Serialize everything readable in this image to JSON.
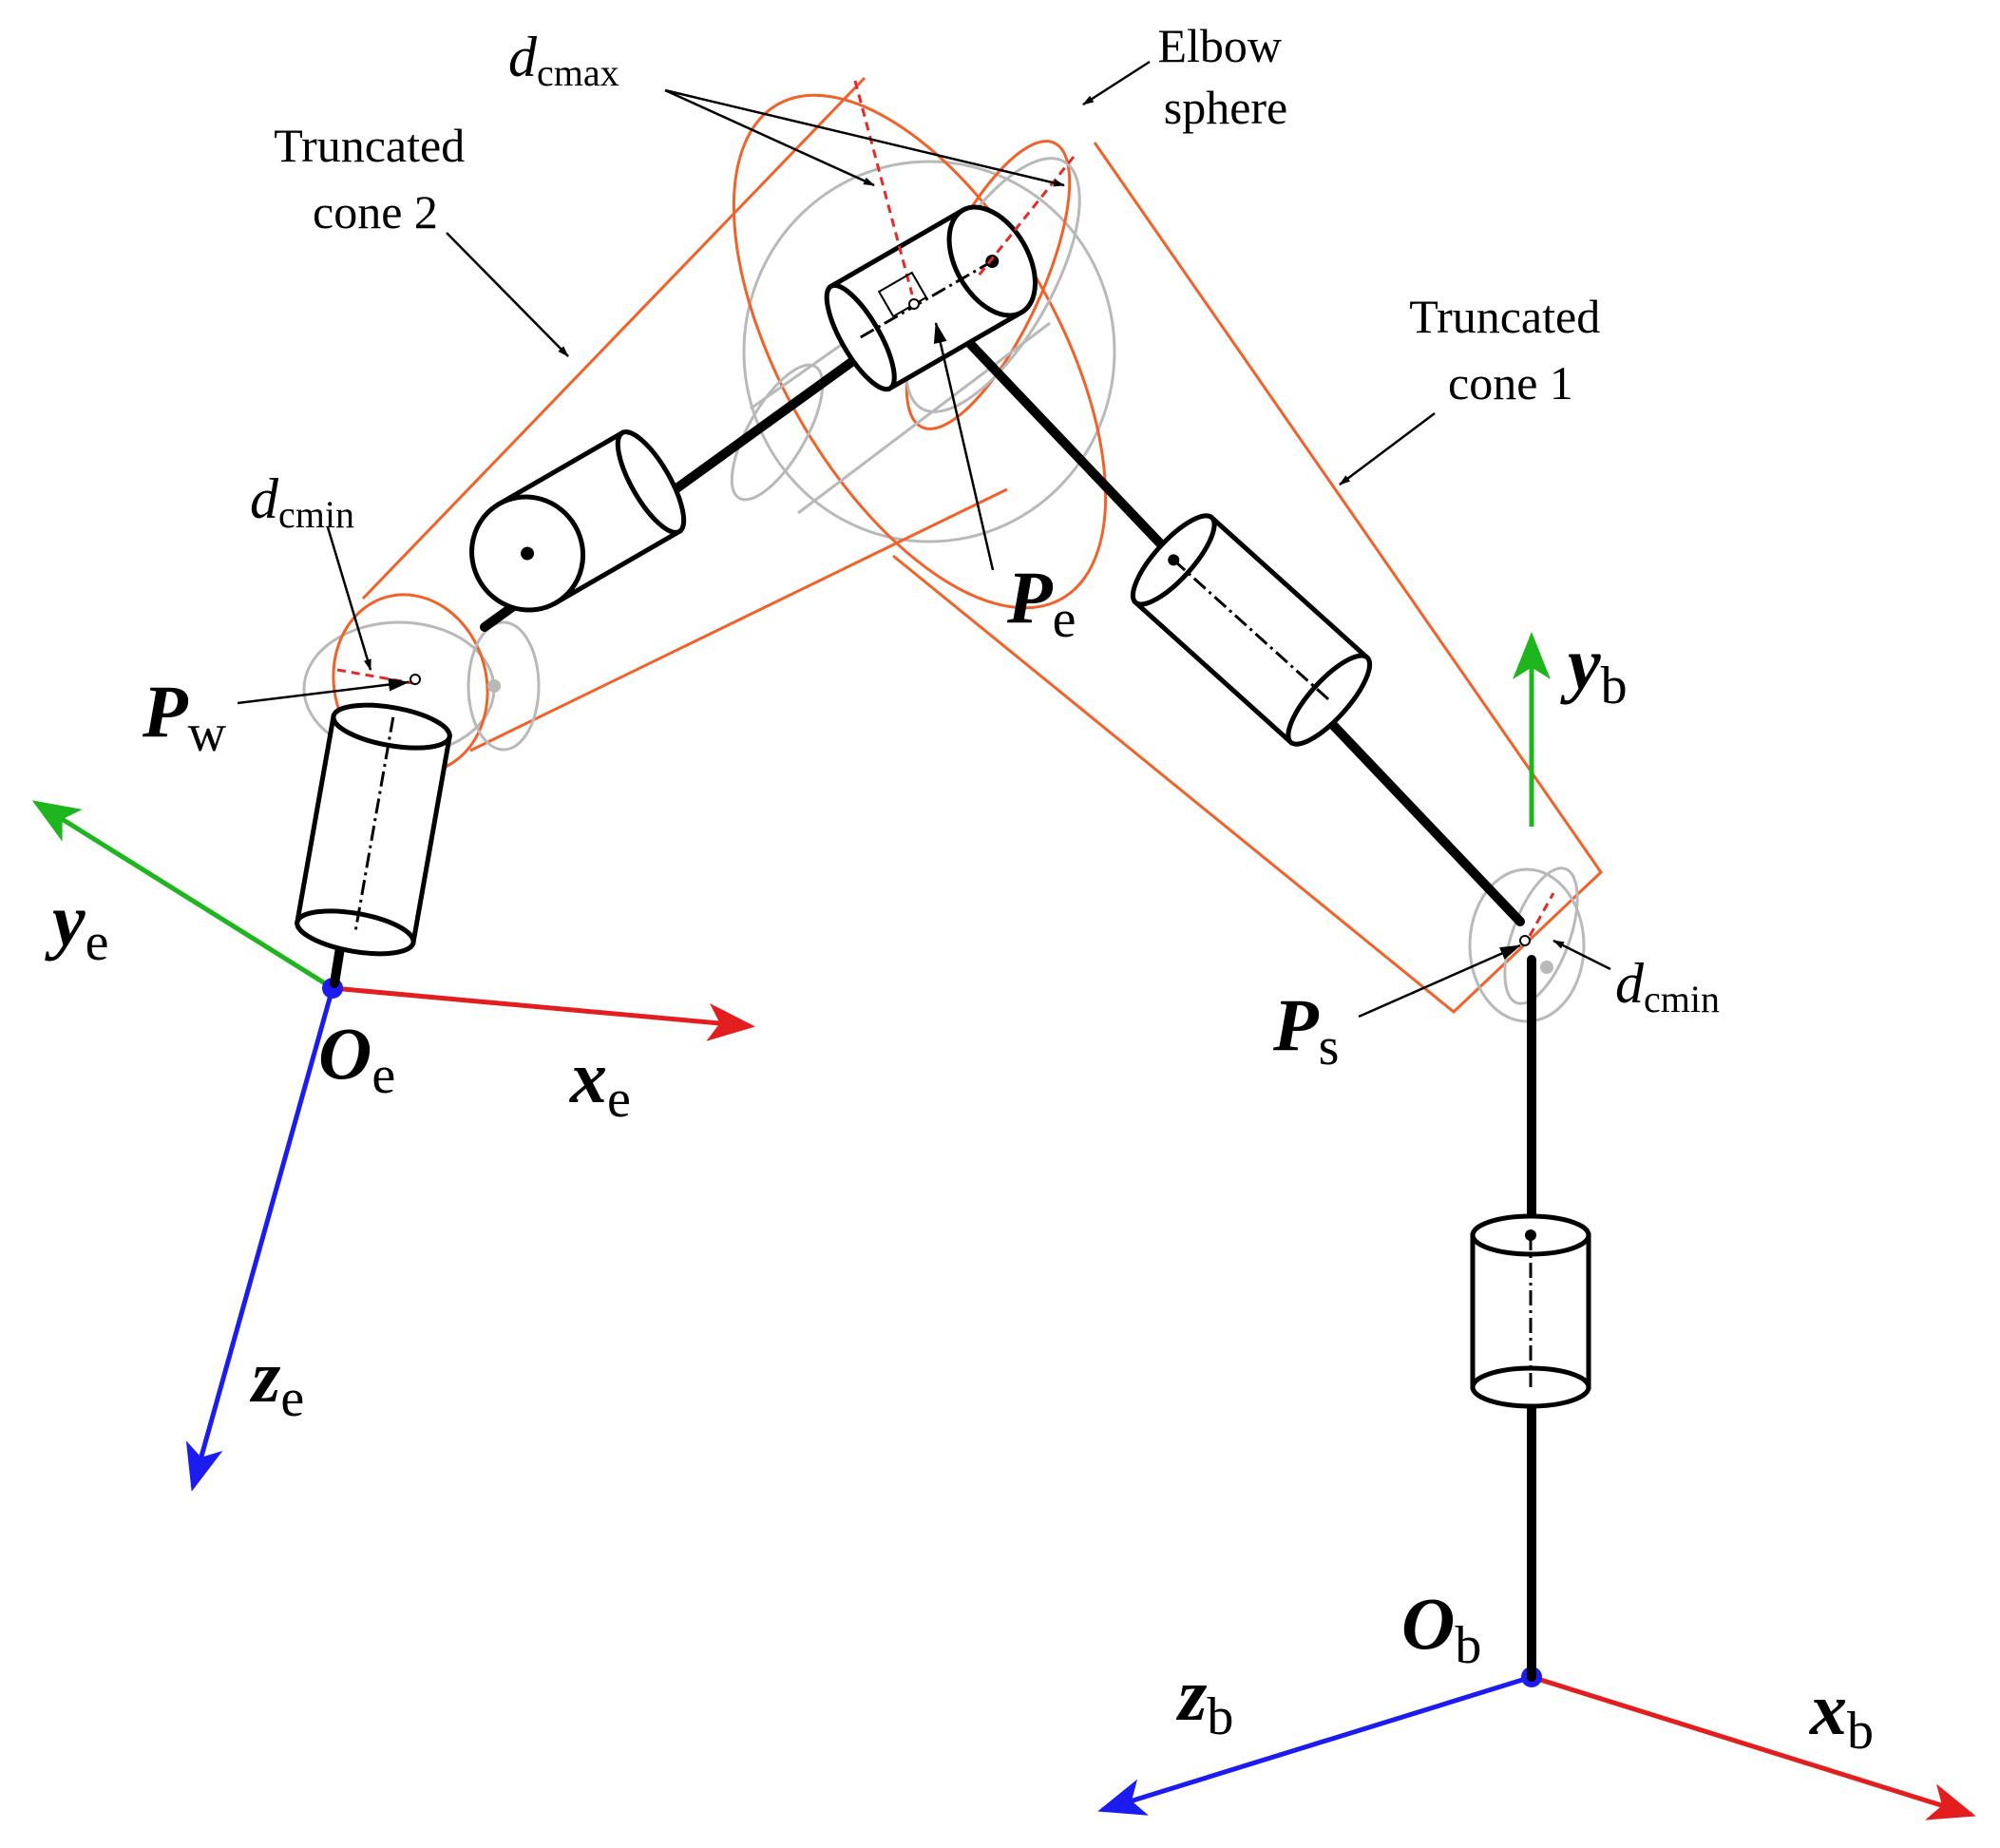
{
  "labels": {
    "elbow_sphere": [
      "Elbow",
      "sphere"
    ],
    "truncated_cone_2": [
      "Truncated",
      "cone 2"
    ],
    "truncated_cone_1": [
      "Truncated",
      "cone 1"
    ],
    "d_cmax": {
      "main": "d",
      "sub": "cmax"
    },
    "d_cmin_wrist": {
      "main": "d",
      "sub": "cmin"
    },
    "d_cmin_shoulder": {
      "main": "d",
      "sub": "cmin"
    },
    "P_w": {
      "main": "P",
      "sub": "w"
    },
    "P_e": {
      "main": "P",
      "sub": "e"
    },
    "P_s": {
      "main": "P",
      "sub": "s"
    },
    "O_e": {
      "main": "O",
      "sub": "e"
    },
    "O_b": {
      "main": "O",
      "sub": "b"
    },
    "x_e": {
      "main": "x",
      "sub": "e"
    },
    "y_e": {
      "main": "y",
      "sub": "e"
    },
    "z_e": {
      "main": "z",
      "sub": "e"
    },
    "x_b": {
      "main": "x",
      "sub": "b"
    },
    "y_b": {
      "main": "y",
      "sub": "b"
    },
    "z_b": {
      "main": "z",
      "sub": "b"
    }
  },
  "colors": {
    "x_axis": "#e31e1e",
    "y_axis": "#1fb51f",
    "z_axis": "#1c1cf0",
    "cone_outline": "#f0622a",
    "sphere_outline": "#b9b9b9",
    "distance_line": "#e32b2b",
    "link": "#000000"
  }
}
